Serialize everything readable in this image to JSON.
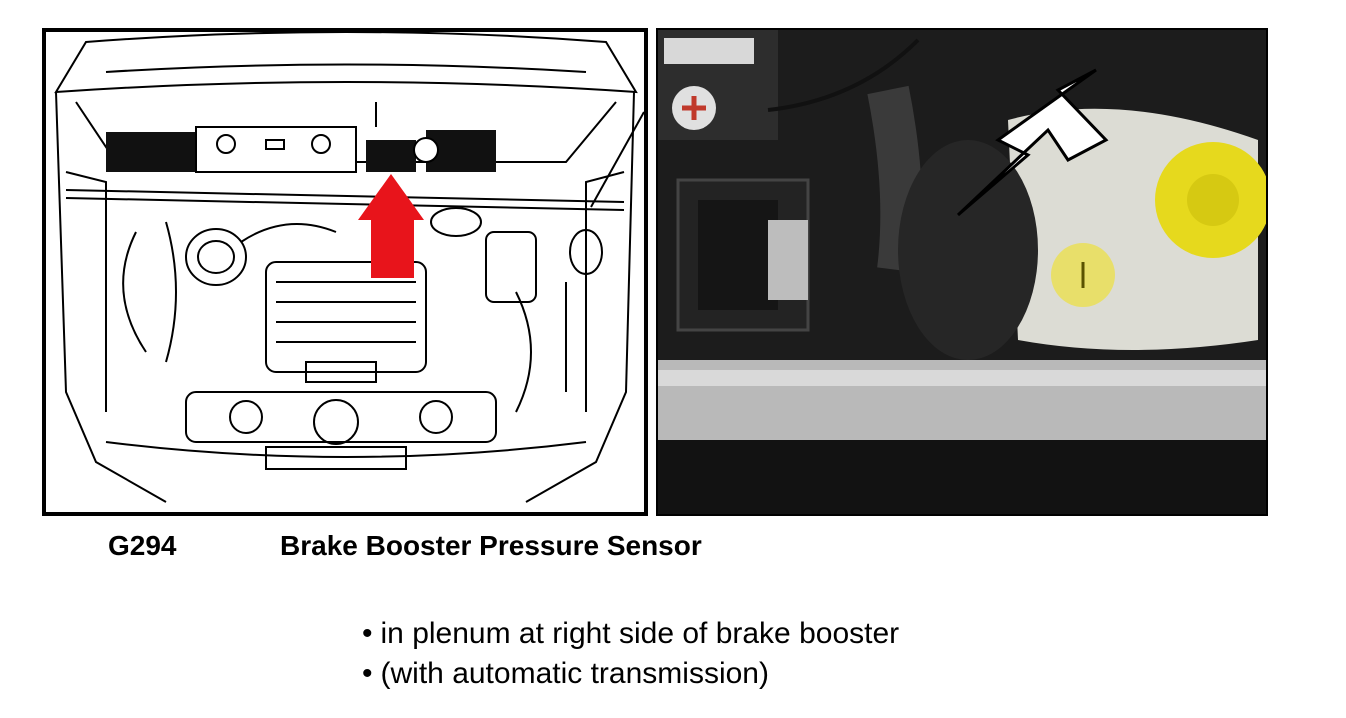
{
  "figure": {
    "left_image": {
      "kind": "engine-bay-line-drawing",
      "callout": "red-arrow",
      "callout_color": "#e8141b"
    },
    "right_image": {
      "kind": "engine-bay-photo",
      "callout": "white-arrow",
      "callout_color": "#ffffff"
    }
  },
  "caption": {
    "code": "G294",
    "title": "Brake Booster Pressure Sensor"
  },
  "notes": [
    "in plenum at right side of brake booster",
    "(with automatic transmission)"
  ]
}
